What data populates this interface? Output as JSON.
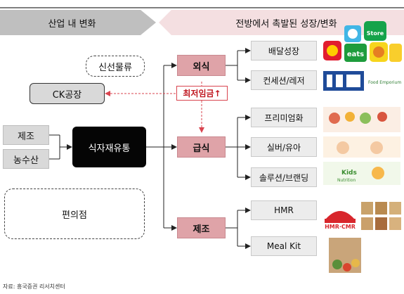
{
  "header": {
    "left_banner": "산업 내 변화",
    "right_banner": "전방에서 촉발된 성장/변화"
  },
  "diagram": {
    "fresh_logistics": "신선물류",
    "ck_factory": "CK공장",
    "manufacturing_left": "제조",
    "agri_fishery": "농수산",
    "food_distribution": "식자재유통",
    "convenience_store": "편의점",
    "min_wage": "최저임금↑",
    "dining_out": "외식",
    "catering": "급식",
    "manufacturing_right": "제조",
    "delivery_growth": "배달성장",
    "convenience_leisure": "컨세션/레저",
    "premiumization": "프리미엄화",
    "silver_kids": "실버/유아",
    "solution_branding": "솔루션/브랜딩",
    "hmr": "HMR",
    "meal_kit": "Meal Kit"
  },
  "images": {
    "app_store_text": "Store",
    "eats_text": "eats",
    "food_emporium_text": "Food Emporium",
    "kids_text": "Kids",
    "kids_sub": "Nutrition",
    "hmr_cmr_text": "HMR·CMR"
  },
  "source": "자료: 흥국증권 리서치센터",
  "colors": {
    "gray_box": "#d9d9d9",
    "pink_box": "#dfa3a8",
    "accent_red": "#c0161f",
    "black_box": "#050505"
  }
}
